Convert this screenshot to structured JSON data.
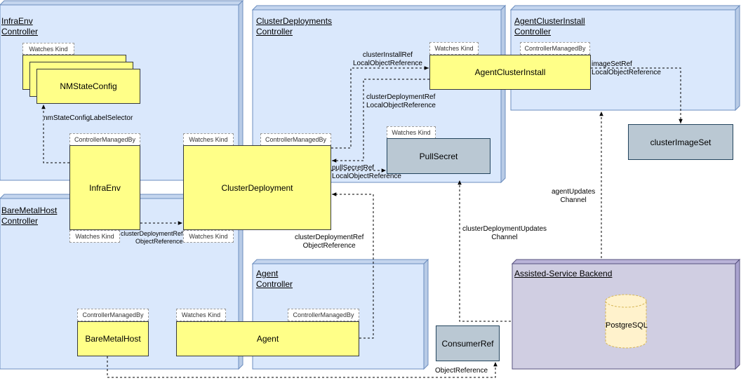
{
  "panels": {
    "infraenv": [
      "InfraEnv",
      "Controller"
    ],
    "clusterdeployments": [
      "ClusterDeployments",
      "Controller"
    ],
    "agentclusterinstall": [
      "AgentClusterInstall",
      "Controller"
    ],
    "baremetalhost": [
      "BareMetalHost",
      "Controller"
    ],
    "agent": [
      "Agent",
      "Controller"
    ],
    "backend": "Assisted-Service Backend"
  },
  "nodes": {
    "nmstateconfig": "NMStateConfig",
    "infraenv": "InfraEnv",
    "clusterdeployment": "ClusterDeployment",
    "agentclusterinstall": "AgentClusterInstall",
    "pullsecret": "PullSecret",
    "clusterimageset": "clusterImageSet",
    "baremetalhost": "BareMetalHost",
    "agent": "Agent",
    "consumerref": "ConsumerRef",
    "postgresql": "PostgreSQL"
  },
  "tags": {
    "watches_kind": "Watches Kind",
    "controller_managed_by": "ControllerManagedBy"
  },
  "edges": {
    "nmstate_selector": "nmStateConfigLabelSelector",
    "cluster_install_ref": [
      "clusterInstallRef",
      "LocalObjectReference"
    ],
    "cluster_deployment_ref_local": [
      "clusterDeploymentRef",
      "LocalObjectReference"
    ],
    "image_set_ref": [
      "imageSetRef",
      "LocalObjectReference"
    ],
    "pull_secret_ref": [
      "pullSecretRef",
      "LocalObjectReference"
    ],
    "cluster_deployment_ref_infra": [
      "clusterDeploymentRef",
      "ObjectReference"
    ],
    "cluster_deployment_ref_agent": [
      "clusterDeploymentRef",
      "ObjectReference"
    ],
    "agent_updates": [
      "agentUpdates",
      "Channel"
    ],
    "cluster_deployment_updates": [
      "clusterDeploymentUpdates",
      "Channel"
    ],
    "object_reference": "ObjectReference"
  }
}
